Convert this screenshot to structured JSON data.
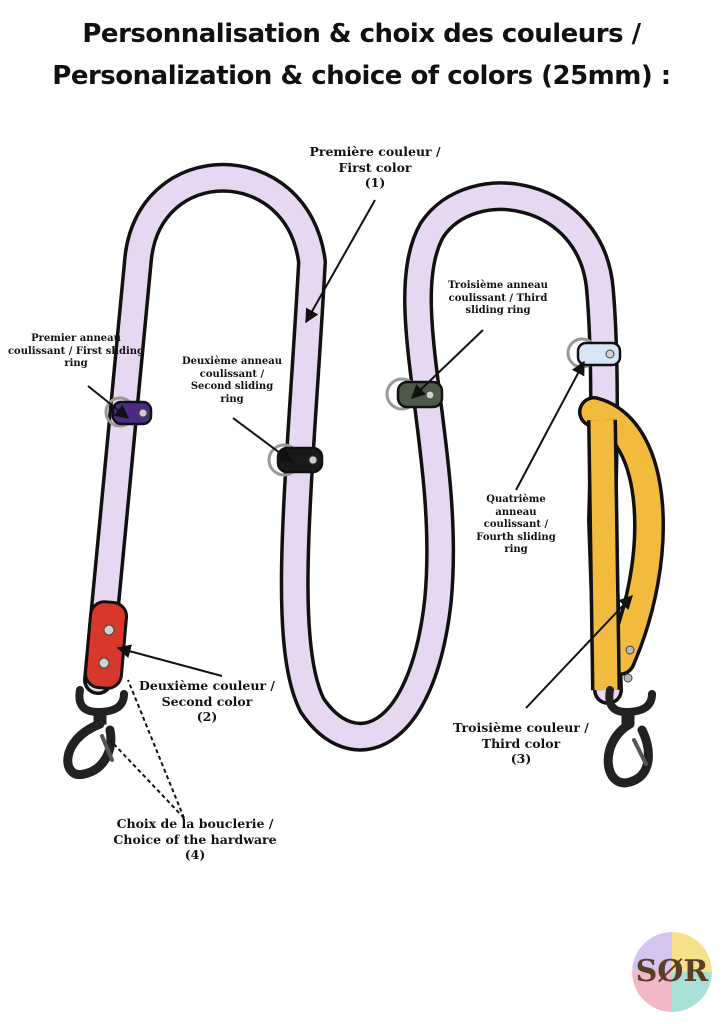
{
  "title": {
    "line1": "Personnalisation & choix des couleurs /",
    "line2": "Personalization & choice of colors (25mm) :"
  },
  "labels": {
    "first_color": [
      "Première couleur /",
      "First color",
      "(1)"
    ],
    "ring1": [
      "Premier anneau",
      "coulissant / First sliding",
      "ring"
    ],
    "ring2": [
      "Deuxième anneau",
      "coulissant /",
      "Second sliding",
      "ring"
    ],
    "ring3": [
      "Troisième anneau",
      "coulissant / Third",
      "sliding ring"
    ],
    "ring4": [
      "Quatrième",
      "anneau",
      "coulissant /",
      "Fourth sliding",
      "ring"
    ],
    "second_color": [
      "Deuxième couleur /",
      "Second color",
      "(2)"
    ],
    "third_color": [
      "Troisième couleur /",
      "Third color",
      "(3)"
    ],
    "hardware": [
      "Choix de la bouclerie /",
      "Choice of the hardware",
      "(4)"
    ]
  },
  "logo": {
    "text": "SØR"
  },
  "colors": {
    "strap_lilac": "#e8d7f1",
    "outline": "#111111",
    "red": "#d8382c",
    "yellow": "#f2bb3e",
    "ring1_purple": "#4a2c86",
    "ring2_black": "#1a1a1a",
    "ring3_green": "#4d5a48",
    "ring4_lightblue": "#d6e6f7",
    "hardware_black": "#222222"
  }
}
